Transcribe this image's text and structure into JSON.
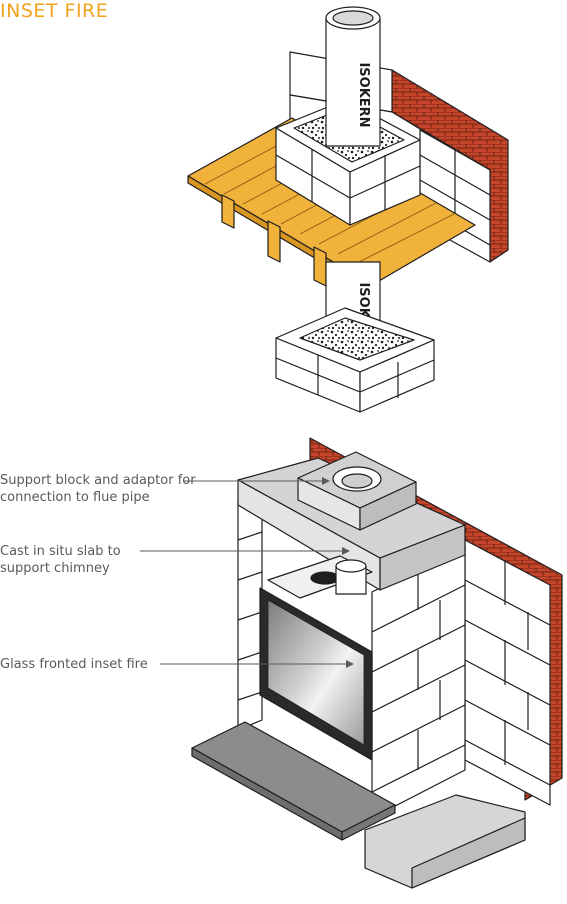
{
  "title": "INSET FIRE",
  "brand_text": "ISOKERN",
  "labels": {
    "support_block": "Support block and adaptor for connection to flue pipe",
    "cast_slab": "Cast in situ slab to support chimney",
    "glass_fire": "Glass fronted inset fire"
  },
  "colors": {
    "title": "#f2a31c",
    "label_text": "#5a5a5a",
    "brick": "#c5452a",
    "timber": "#f0b23a",
    "block": "#ffffff",
    "outline": "#1e1e1e",
    "hearth": "#8c8c8c",
    "slab": "#d4d4d4",
    "glass": "#b9b9b9"
  }
}
